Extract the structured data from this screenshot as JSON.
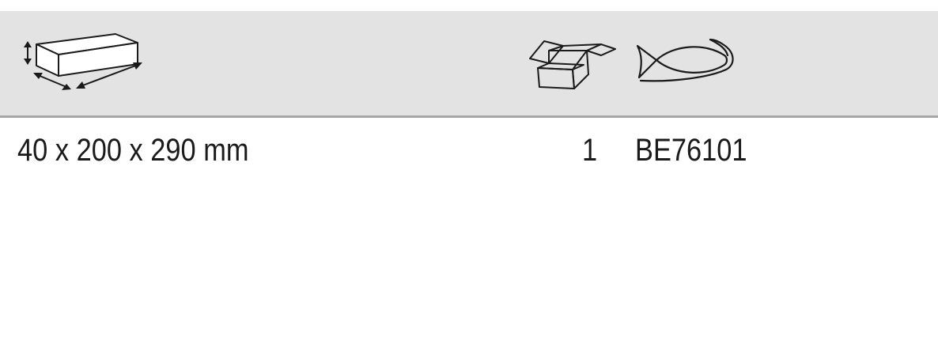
{
  "header": {
    "icons": [
      "dimensions-box-icon",
      "packaging-box-icon",
      "fish-icon"
    ]
  },
  "row": {
    "dimensions": "40 x 200 x 290 mm",
    "quantity": "1",
    "article_number": "BE76101"
  },
  "colors": {
    "header_background": "#e3e3e3",
    "header_rule": "#a7a7a7",
    "text": "#1a1a1a"
  }
}
